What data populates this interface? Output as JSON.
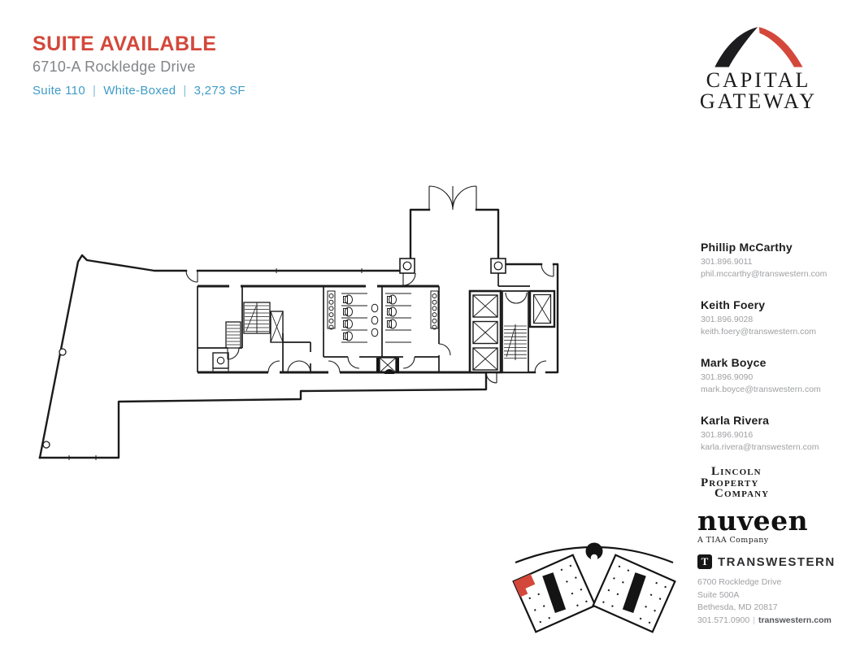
{
  "header": {
    "title": "SUITE AVAILABLE",
    "subtitle": "6710-A Rockledge Drive",
    "specs": [
      "Suite 110",
      "White-Boxed",
      "3,273 SF"
    ],
    "sep": "|"
  },
  "building_logo": {
    "line1": "CAPITAL",
    "line2": "GATEWAY"
  },
  "contacts": [
    {
      "name": "Phillip McCarthy",
      "phone": "301.896.9011",
      "email": "phil.mccarthy@transwestern.com"
    },
    {
      "name": "Keith Foery",
      "phone": "301.896.9028",
      "email": "keith.foery@transwestern.com"
    },
    {
      "name": "Mark Boyce",
      "phone": "301.896.9090",
      "email": "mark.boyce@transwestern.com"
    },
    {
      "name": "Karla Rivera",
      "phone": "301.896.9016",
      "email": "karla.rivera@transwestern.com"
    }
  ],
  "partner_logos": {
    "lincoln": {
      "line1": "LINCOLN",
      "line2": "PROPERTY",
      "line3": "COMPANY"
    },
    "nuveen": {
      "name": "nuveen",
      "tagline": "A TIAA Company"
    },
    "transwestern": {
      "icon": "T",
      "name": "TRANSWESTERN"
    }
  },
  "office": {
    "address_line1": "6700 Rockledge Drive",
    "address_line2": "Suite 500A",
    "address_line3": "Bethesda, MD 20817",
    "phone": "301.571.0900",
    "sep": "|",
    "website": "transwestern.com"
  },
  "colors": {
    "accent_red": "#d3483b",
    "accent_blue": "#3f9cc7",
    "text_gray": "#828487",
    "light_gray": "#9fa0a3",
    "ink": "#1b1b1b"
  }
}
